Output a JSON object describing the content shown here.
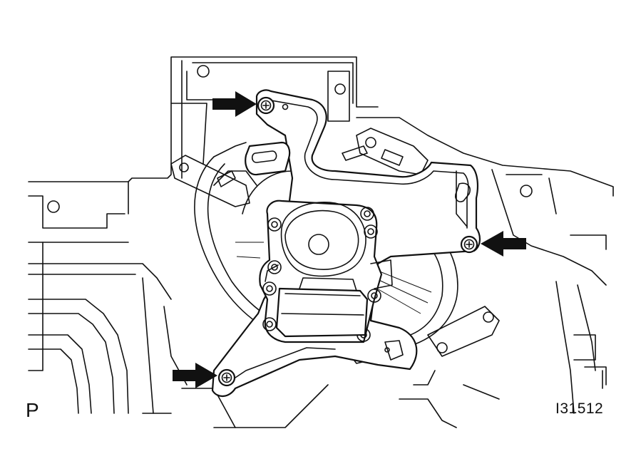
{
  "figure": {
    "view_code": "P",
    "figure_id": "I31512"
  },
  "colors": {
    "line": "#111111",
    "background": "#ffffff"
  },
  "parts": {
    "screws": [
      {
        "name": "screw-top-left"
      },
      {
        "name": "screw-right"
      },
      {
        "name": "screw-bottom-left"
      }
    ],
    "arrows": [
      {
        "name": "arrow-top-left",
        "direction": "right"
      },
      {
        "name": "arrow-right",
        "direction": "left"
      },
      {
        "name": "arrow-bottom-left",
        "direction": "right"
      }
    ]
  }
}
